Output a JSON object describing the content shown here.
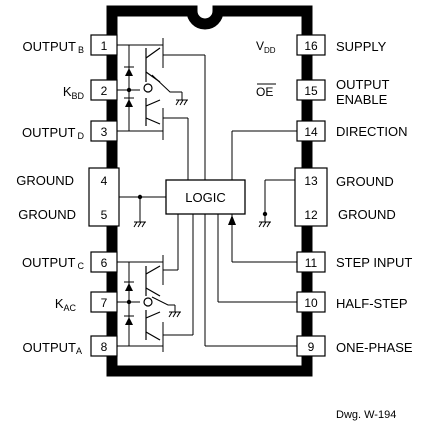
{
  "logic_label": "LOGIC",
  "drawing_number": "Dwg. W-194",
  "pins": [
    {
      "num": "1",
      "label": "OUTPUT",
      "sub": "B"
    },
    {
      "num": "2",
      "label": "K",
      "sub": "BD"
    },
    {
      "num": "3",
      "label": "OUTPUT",
      "sub": "D"
    },
    {
      "num": "4",
      "label": "GROUND",
      "sub": ""
    },
    {
      "num": "5",
      "label": "GROUND",
      "sub": ""
    },
    {
      "num": "6",
      "label": "OUTPUT",
      "sub": "C"
    },
    {
      "num": "7",
      "label": "K",
      "sub": "AC"
    },
    {
      "num": "8",
      "label": "OUTPUT",
      "sub": "A"
    },
    {
      "num": "9",
      "label": "ONE-PHASE",
      "sub": ""
    },
    {
      "num": "10",
      "label": "HALF-STEP",
      "sub": ""
    },
    {
      "num": "11",
      "label": "STEP INPUT",
      "sub": ""
    },
    {
      "num": "12",
      "label": "GROUND",
      "sub": ""
    },
    {
      "num": "13",
      "label": "GROUND",
      "sub": ""
    },
    {
      "num": "14",
      "label": "DIRECTION",
      "sub": ""
    },
    {
      "num": "15",
      "label": "OUTPUT",
      "label2": "ENABLE",
      "sub": ""
    },
    {
      "num": "16",
      "label": "SUPPLY",
      "sub": ""
    }
  ],
  "inner_labels": {
    "vdd": "V",
    "vdd_sub": "DD",
    "oe": "OE"
  }
}
